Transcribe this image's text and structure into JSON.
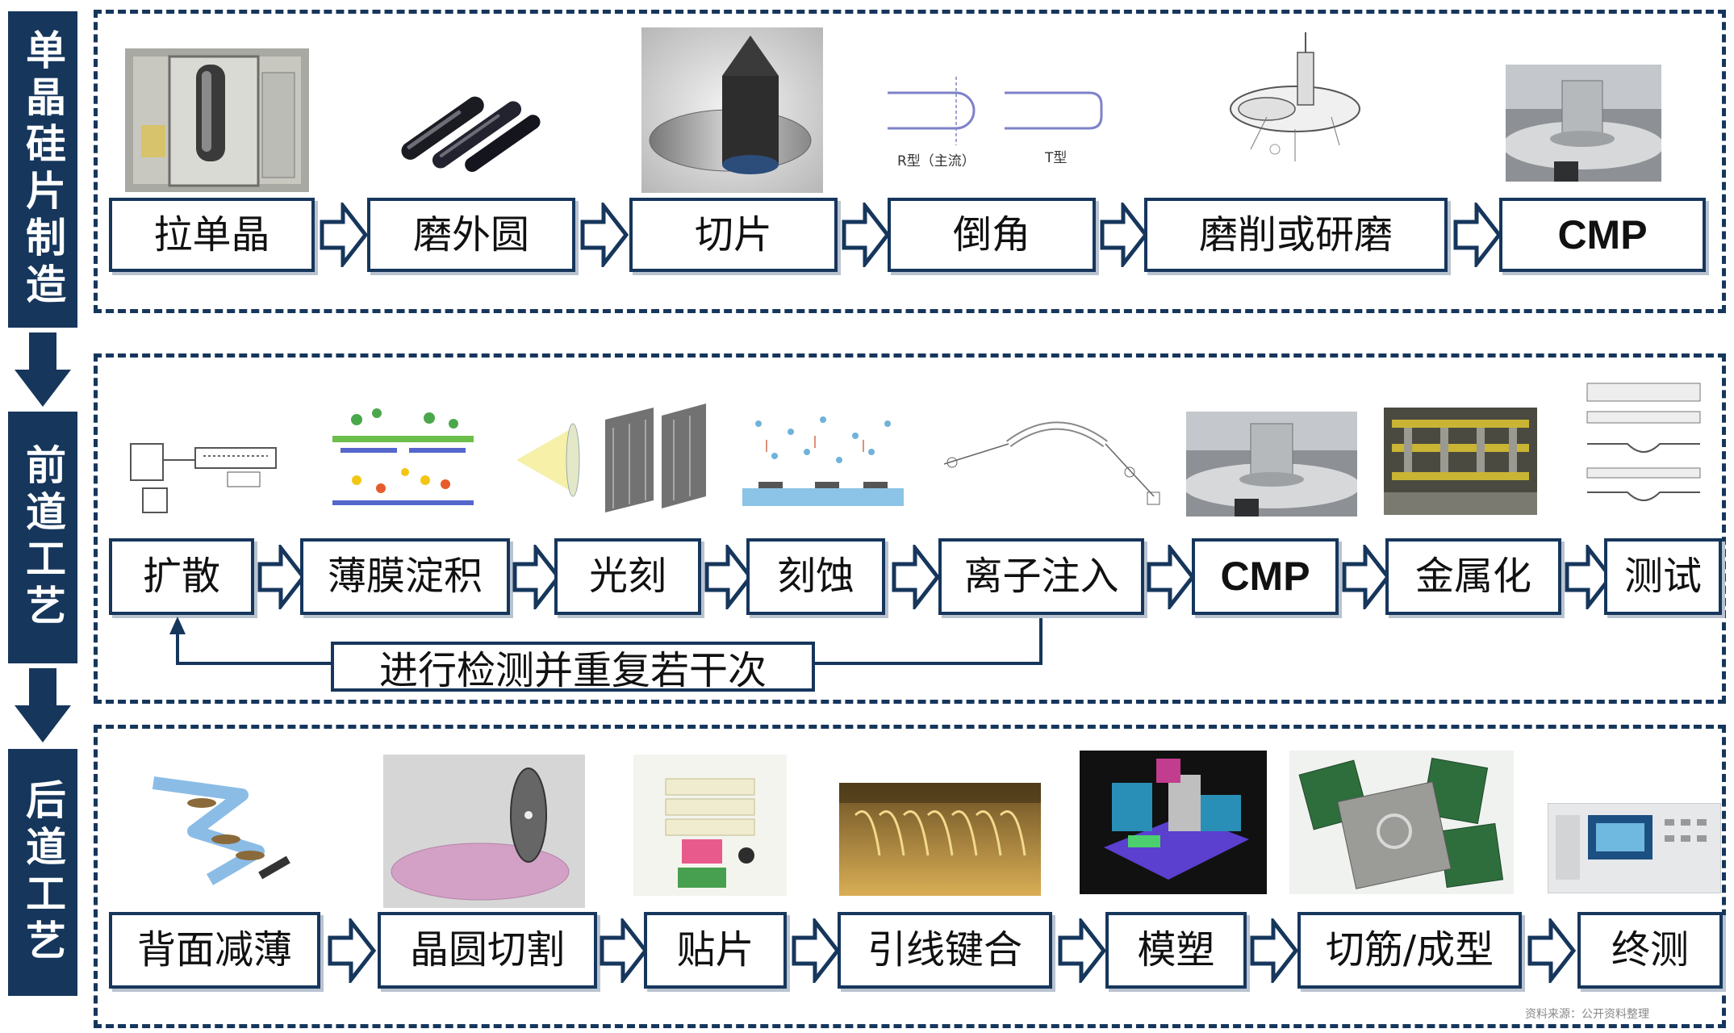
{
  "stages": [
    {
      "label": "单晶硅片制造",
      "steps": [
        "拉单晶",
        "磨外圆",
        "切片",
        "倒角",
        "磨削或研磨",
        "CMP"
      ],
      "image_captions": [
        "R型（主流）",
        "T型"
      ]
    },
    {
      "label": "前道工艺",
      "steps": [
        "扩散",
        "薄膜淀积",
        "光刻",
        "刻蚀",
        "离子注入",
        "CMP",
        "金属化",
        "测试"
      ],
      "loop_label": "进行检测并重复若干次"
    },
    {
      "label": "后道工艺",
      "steps": [
        "背面减薄",
        "晶圆切割",
        "贴片",
        "引线键合",
        "模塑",
        "切筋/成型",
        "终测"
      ]
    }
  ],
  "source_note": "资料来源：公开资料整理",
  "colors": {
    "primary": "#16365c",
    "shadow": "#b9c3d0"
  }
}
